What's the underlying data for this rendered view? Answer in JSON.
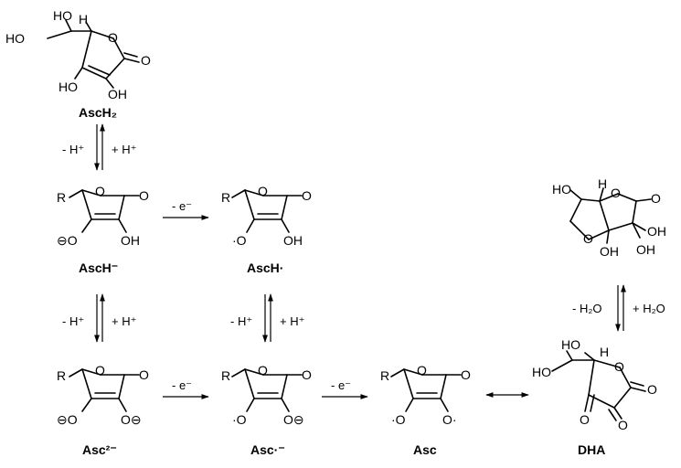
{
  "species": {
    "asch2": "AscH₂",
    "asch_minus": "AscH⁻",
    "asch_radical": "AscH·",
    "asc_2minus": "Asc²⁻",
    "asc_radical_anion": "Asc·⁻",
    "asc": "Asc",
    "dha": "DHA"
  },
  "atoms": {
    "O": "O",
    "R": "R",
    "H": "H",
    "OH": "OH",
    "HO": "HO",
    "neg_O": "⊖O",
    "O_neg": "O⊖",
    "rad_O": "·O",
    "O_rad": "O·"
  },
  "conditions": {
    "minus_proton": "- H⁺",
    "plus_proton": "+ H⁺",
    "minus_electron": "- e⁻",
    "minus_water": "- H₂O",
    "plus_water": "+ H₂O"
  }
}
